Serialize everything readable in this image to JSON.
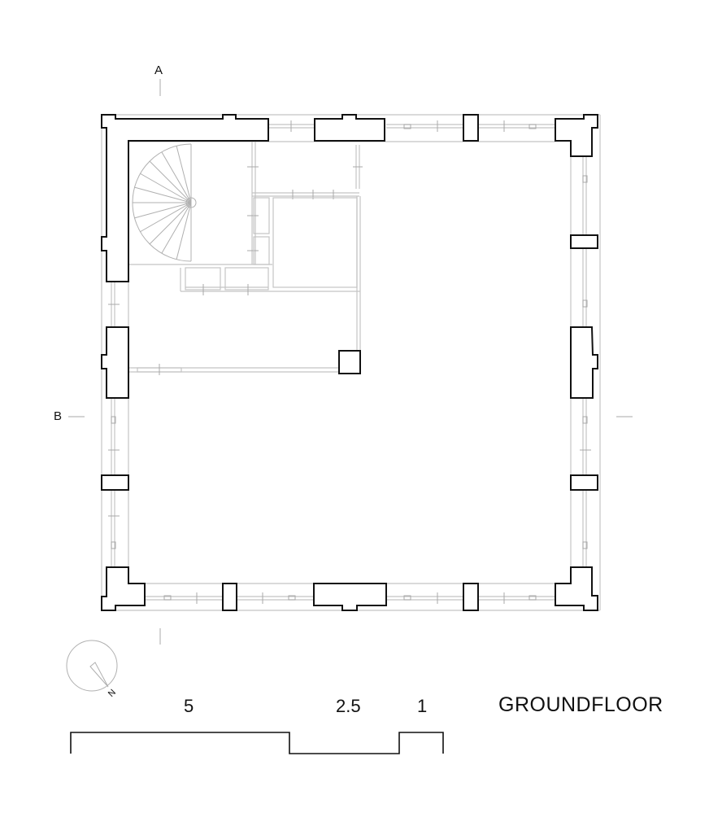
{
  "drawing": {
    "title": "GROUNDFLOOR",
    "type": "architectural floor plan"
  },
  "section_markers": [
    {
      "id": "A",
      "label": "A",
      "orientation": "vertical",
      "position": "top-left"
    },
    {
      "id": "B",
      "label": "B",
      "orientation": "horizontal",
      "position": "left-middle"
    }
  ],
  "north_arrow": {
    "label": "N",
    "icon": "compass-north-arrow"
  },
  "scale_bar": {
    "labels": [
      "5",
      "2.5",
      "1"
    ],
    "unit_hint": "meters"
  },
  "colors": {
    "wall_outline": "#111111",
    "thin_lines": "#c4c4c4",
    "background": "#ffffff"
  }
}
